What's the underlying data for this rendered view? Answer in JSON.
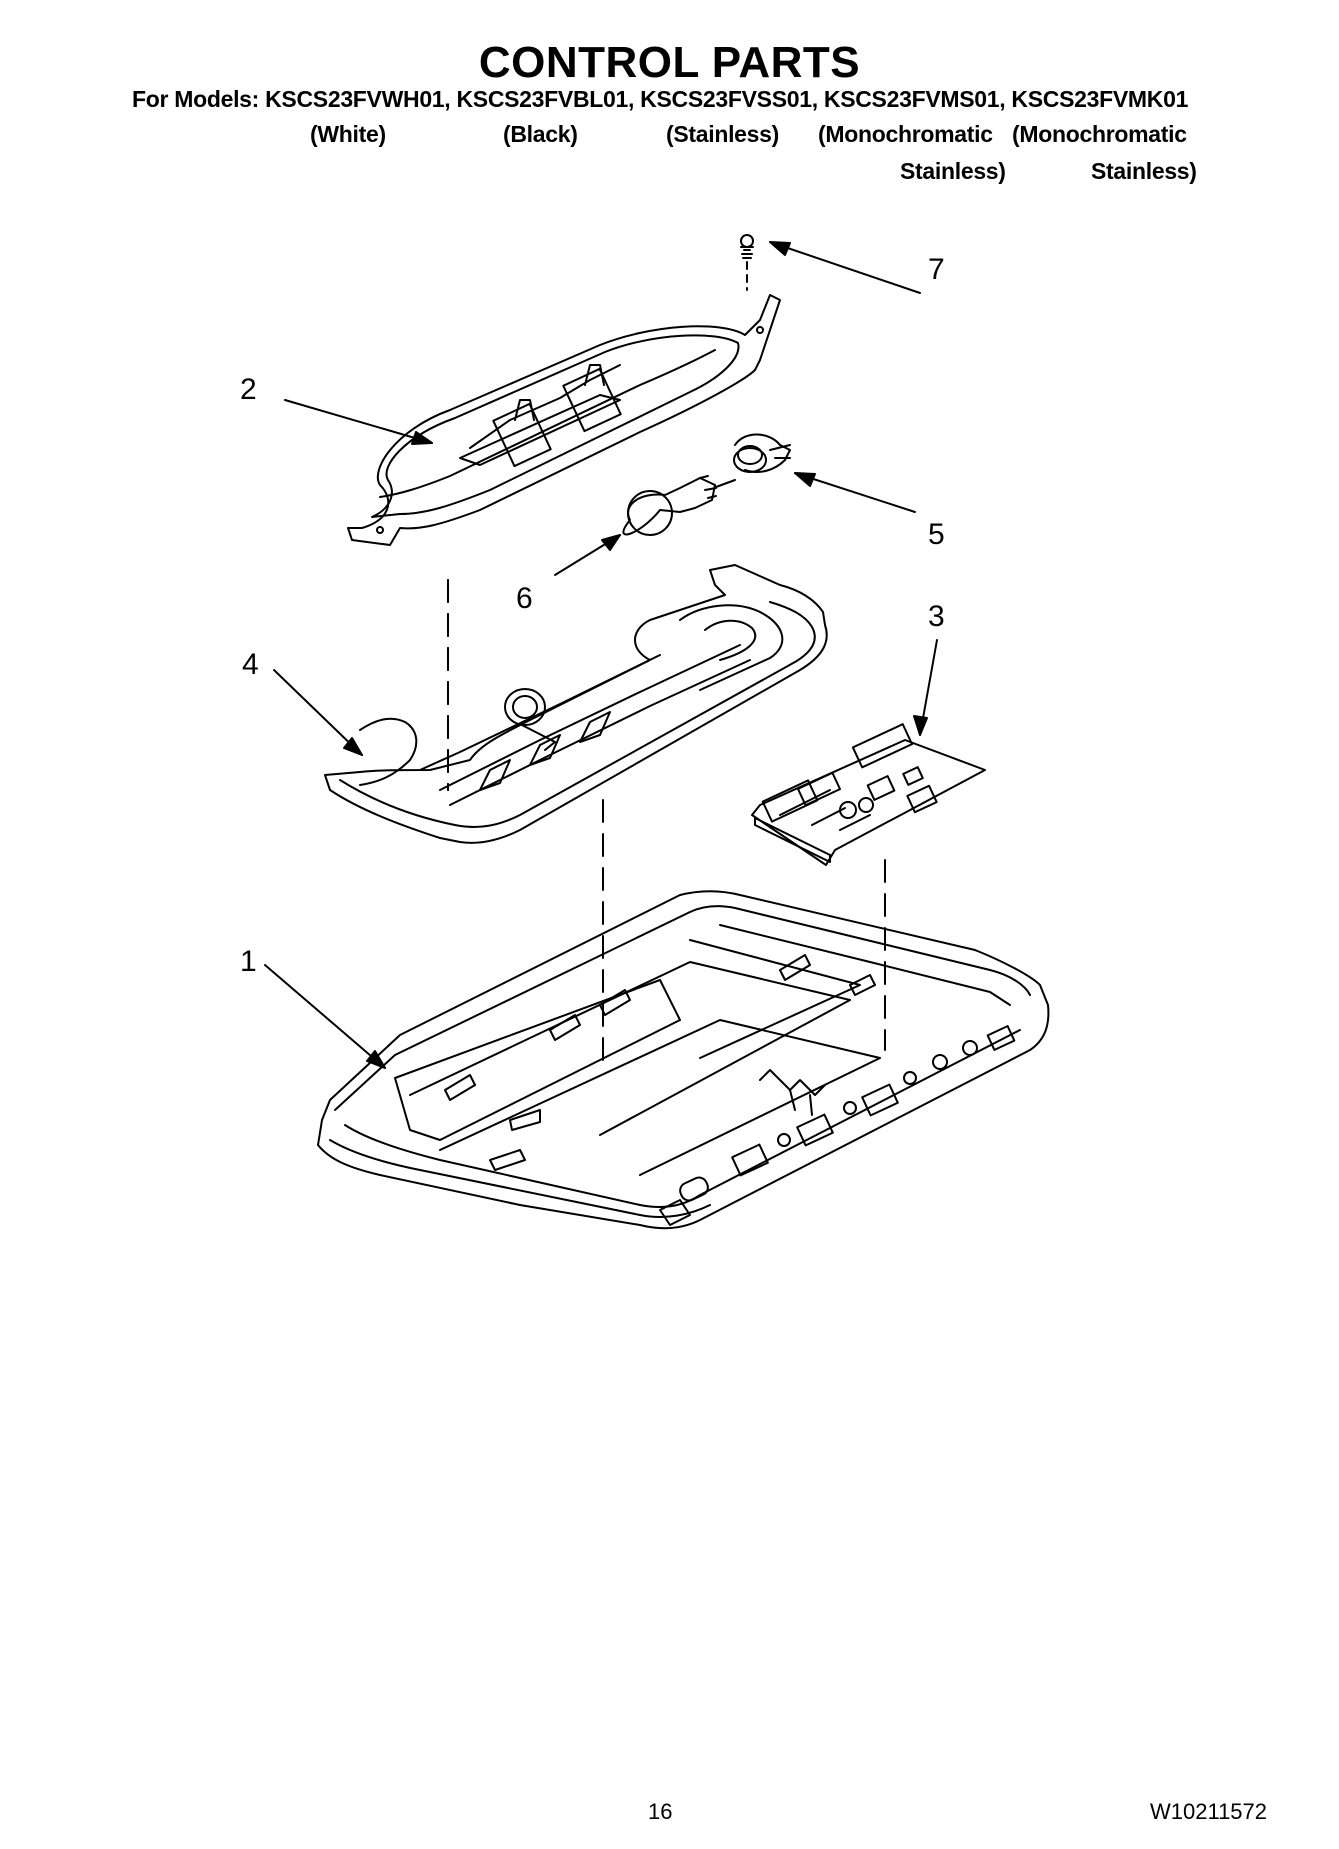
{
  "header": {
    "title": "CONTROL PARTS",
    "models_line": "For Models: KSCS23FVWH01, KSCS23FVBL01, KSCS23FVSS01, KSCS23FVMS01, KSCS23FVMK01",
    "finishes": [
      "(White)",
      "(Black)",
      "(Stainless)",
      "(Monochromatic",
      "(Monochromatic"
    ],
    "finish_line2": [
      "Stainless)",
      "Stainless)"
    ]
  },
  "callouts": [
    "1",
    "2",
    "3",
    "4",
    "5",
    "6",
    "7"
  ],
  "footer": {
    "page_number": "16",
    "doc_number": "W10211572"
  }
}
